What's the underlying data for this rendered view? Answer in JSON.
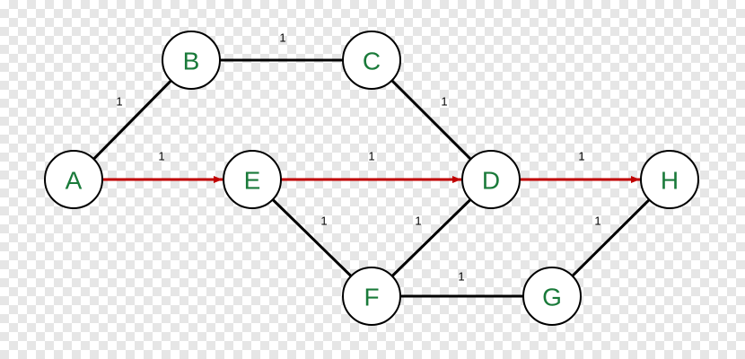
{
  "colors": {
    "edge": "#000000",
    "path": "#c00000",
    "node_text": "#1a7a3a",
    "node_fill": "#ffffff",
    "node_stroke": "#000000"
  },
  "nodes": [
    {
      "id": "A",
      "label": "A"
    },
    {
      "id": "B",
      "label": "B"
    },
    {
      "id": "C",
      "label": "C"
    },
    {
      "id": "D",
      "label": "D"
    },
    {
      "id": "E",
      "label": "E"
    },
    {
      "id": "F",
      "label": "F"
    },
    {
      "id": "G",
      "label": "G"
    },
    {
      "id": "H",
      "label": "H"
    }
  ],
  "edges": [
    {
      "from": "A",
      "to": "B",
      "weight": "1",
      "highlighted": false
    },
    {
      "from": "B",
      "to": "C",
      "weight": "1",
      "highlighted": false
    },
    {
      "from": "C",
      "to": "D",
      "weight": "1",
      "highlighted": false
    },
    {
      "from": "A",
      "to": "E",
      "weight": "1",
      "highlighted": true
    },
    {
      "from": "E",
      "to": "D",
      "weight": "1",
      "highlighted": true
    },
    {
      "from": "D",
      "to": "H",
      "weight": "1",
      "highlighted": true
    },
    {
      "from": "E",
      "to": "F",
      "weight": "1",
      "highlighted": false
    },
    {
      "from": "D",
      "to": "F",
      "weight": "1",
      "highlighted": false
    },
    {
      "from": "F",
      "to": "G",
      "weight": "1",
      "highlighted": false
    },
    {
      "from": "G",
      "to": "H",
      "weight": "1",
      "highlighted": false
    }
  ]
}
